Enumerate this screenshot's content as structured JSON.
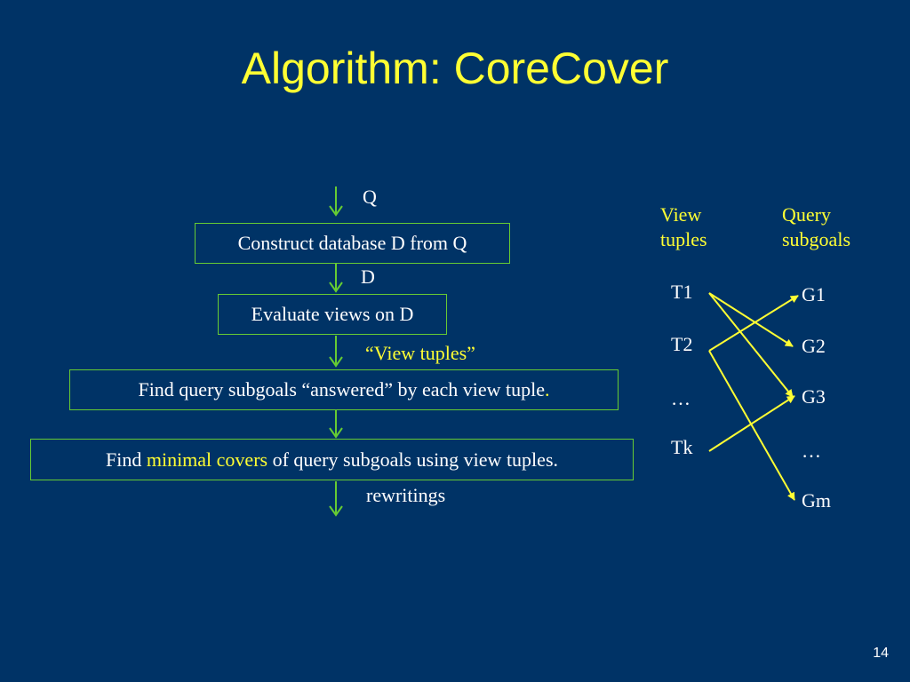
{
  "title": "Algorithm: CoreCover",
  "flow": {
    "input_label": "Q",
    "step1": "Construct database D from Q",
    "d_label": "D",
    "step2": "Evaluate views on D",
    "view_tuples_label": "“View tuples”",
    "step3_text": "Find query subgoals “answered” by each view tuple",
    "step3_end": ".",
    "step4_prefix": "Find ",
    "step4_highlight": "minimal covers",
    "step4_suffix": " of query subgoals using view tuples.",
    "output_label": "rewritings"
  },
  "mapping": {
    "view_header": [
      "View",
      "tuples"
    ],
    "query_header": [
      "Query",
      "subgoals"
    ],
    "view_tuples": [
      "T1",
      "T2",
      "…",
      "Tk"
    ],
    "query_subgoals": [
      "G1",
      "G2",
      "G3",
      "…",
      "Gm"
    ],
    "edges": [
      [
        "T1",
        "G2"
      ],
      [
        "T1",
        "G3"
      ],
      [
        "T2",
        "G1"
      ],
      [
        "T2",
        "Gm"
      ],
      [
        "Tk",
        "G3"
      ]
    ]
  },
  "slide_number": "14",
  "colors": {
    "background": "#003366",
    "accent": "#ffff33",
    "flow": "#66cc33",
    "text": "#ffffff"
  }
}
